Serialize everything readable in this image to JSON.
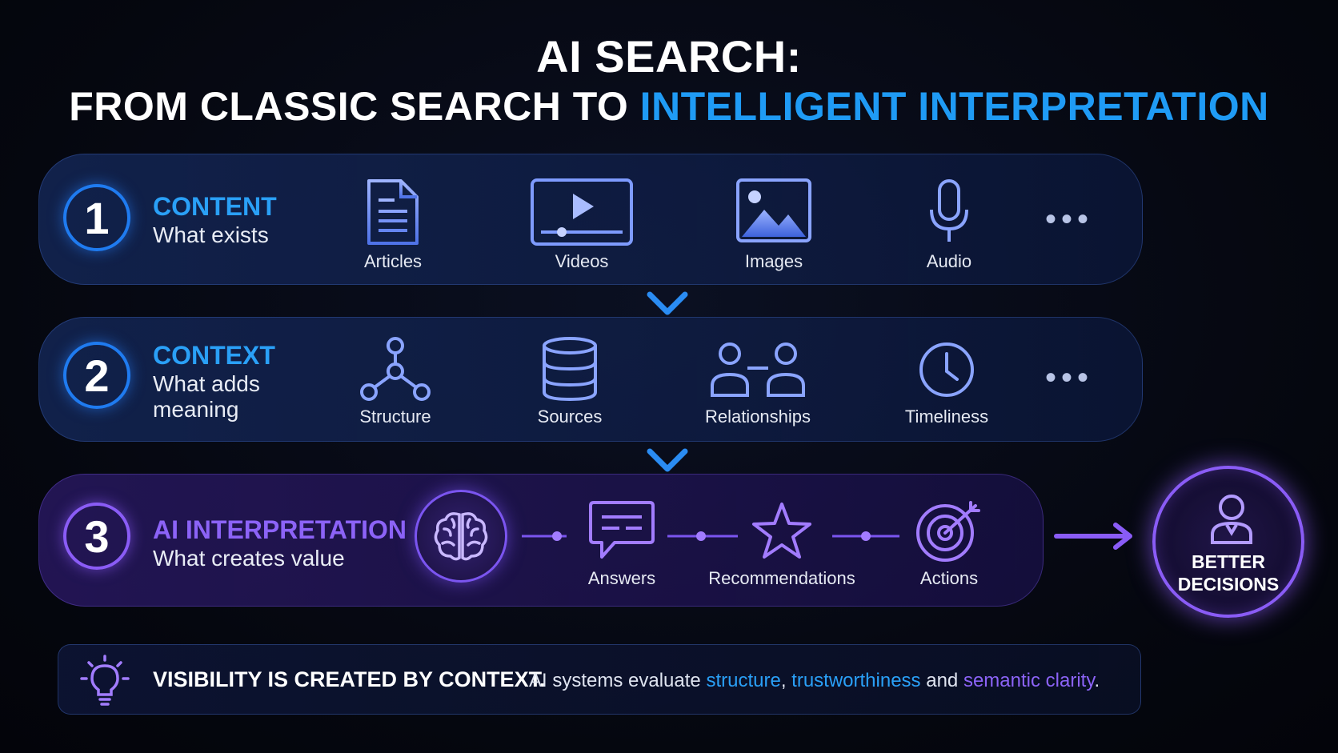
{
  "title": {
    "line1": "AI SEARCH:",
    "line2_plain": "FROM CLASSIC SEARCH TO ",
    "line2_highlight": "INTELLIGENT INTERPRETATION"
  },
  "colors": {
    "accent_blue": "#1f9bf5",
    "accent_purple": "#8a5cf6",
    "background": "#05070f"
  },
  "rows": [
    {
      "number": "1",
      "title": "CONTENT",
      "subtitle": "What exists",
      "items": [
        {
          "label": "Articles",
          "icon": "document-icon"
        },
        {
          "label": "Videos",
          "icon": "video-player-icon"
        },
        {
          "label": "Images",
          "icon": "image-icon"
        },
        {
          "label": "Audio",
          "icon": "microphone-icon"
        }
      ],
      "more": "•••"
    },
    {
      "number": "2",
      "title": "CONTEXT",
      "subtitle_line1": "What adds",
      "subtitle_line2": "meaning",
      "items": [
        {
          "label": "Structure",
          "icon": "network-icon"
        },
        {
          "label": "Sources",
          "icon": "database-icon"
        },
        {
          "label": "Relationships",
          "icon": "people-link-icon"
        },
        {
          "label": "Timeliness",
          "icon": "clock-icon"
        }
      ],
      "more": "•••"
    },
    {
      "number": "3",
      "title": "AI INTERPRETATION",
      "subtitle": "What creates value",
      "items": [
        {
          "label": "Answers",
          "icon": "chat-bubble-icon"
        },
        {
          "label": "Recommendations",
          "icon": "star-icon"
        },
        {
          "label": "Actions",
          "icon": "target-icon"
        }
      ]
    }
  ],
  "outcome": {
    "line1": "BETTER",
    "line2": "DECISIONS",
    "icon": "person-icon"
  },
  "footer": {
    "icon": "lightbulb-icon",
    "strong": "VISIBILITY IS CREATED BY CONTEXT.",
    "lead": "AI systems evaluate ",
    "term1": "structure",
    "sep1": ", ",
    "term2": "trustworthiness",
    "sep2": " and ",
    "term3": "semantic clarity",
    "end": "."
  }
}
